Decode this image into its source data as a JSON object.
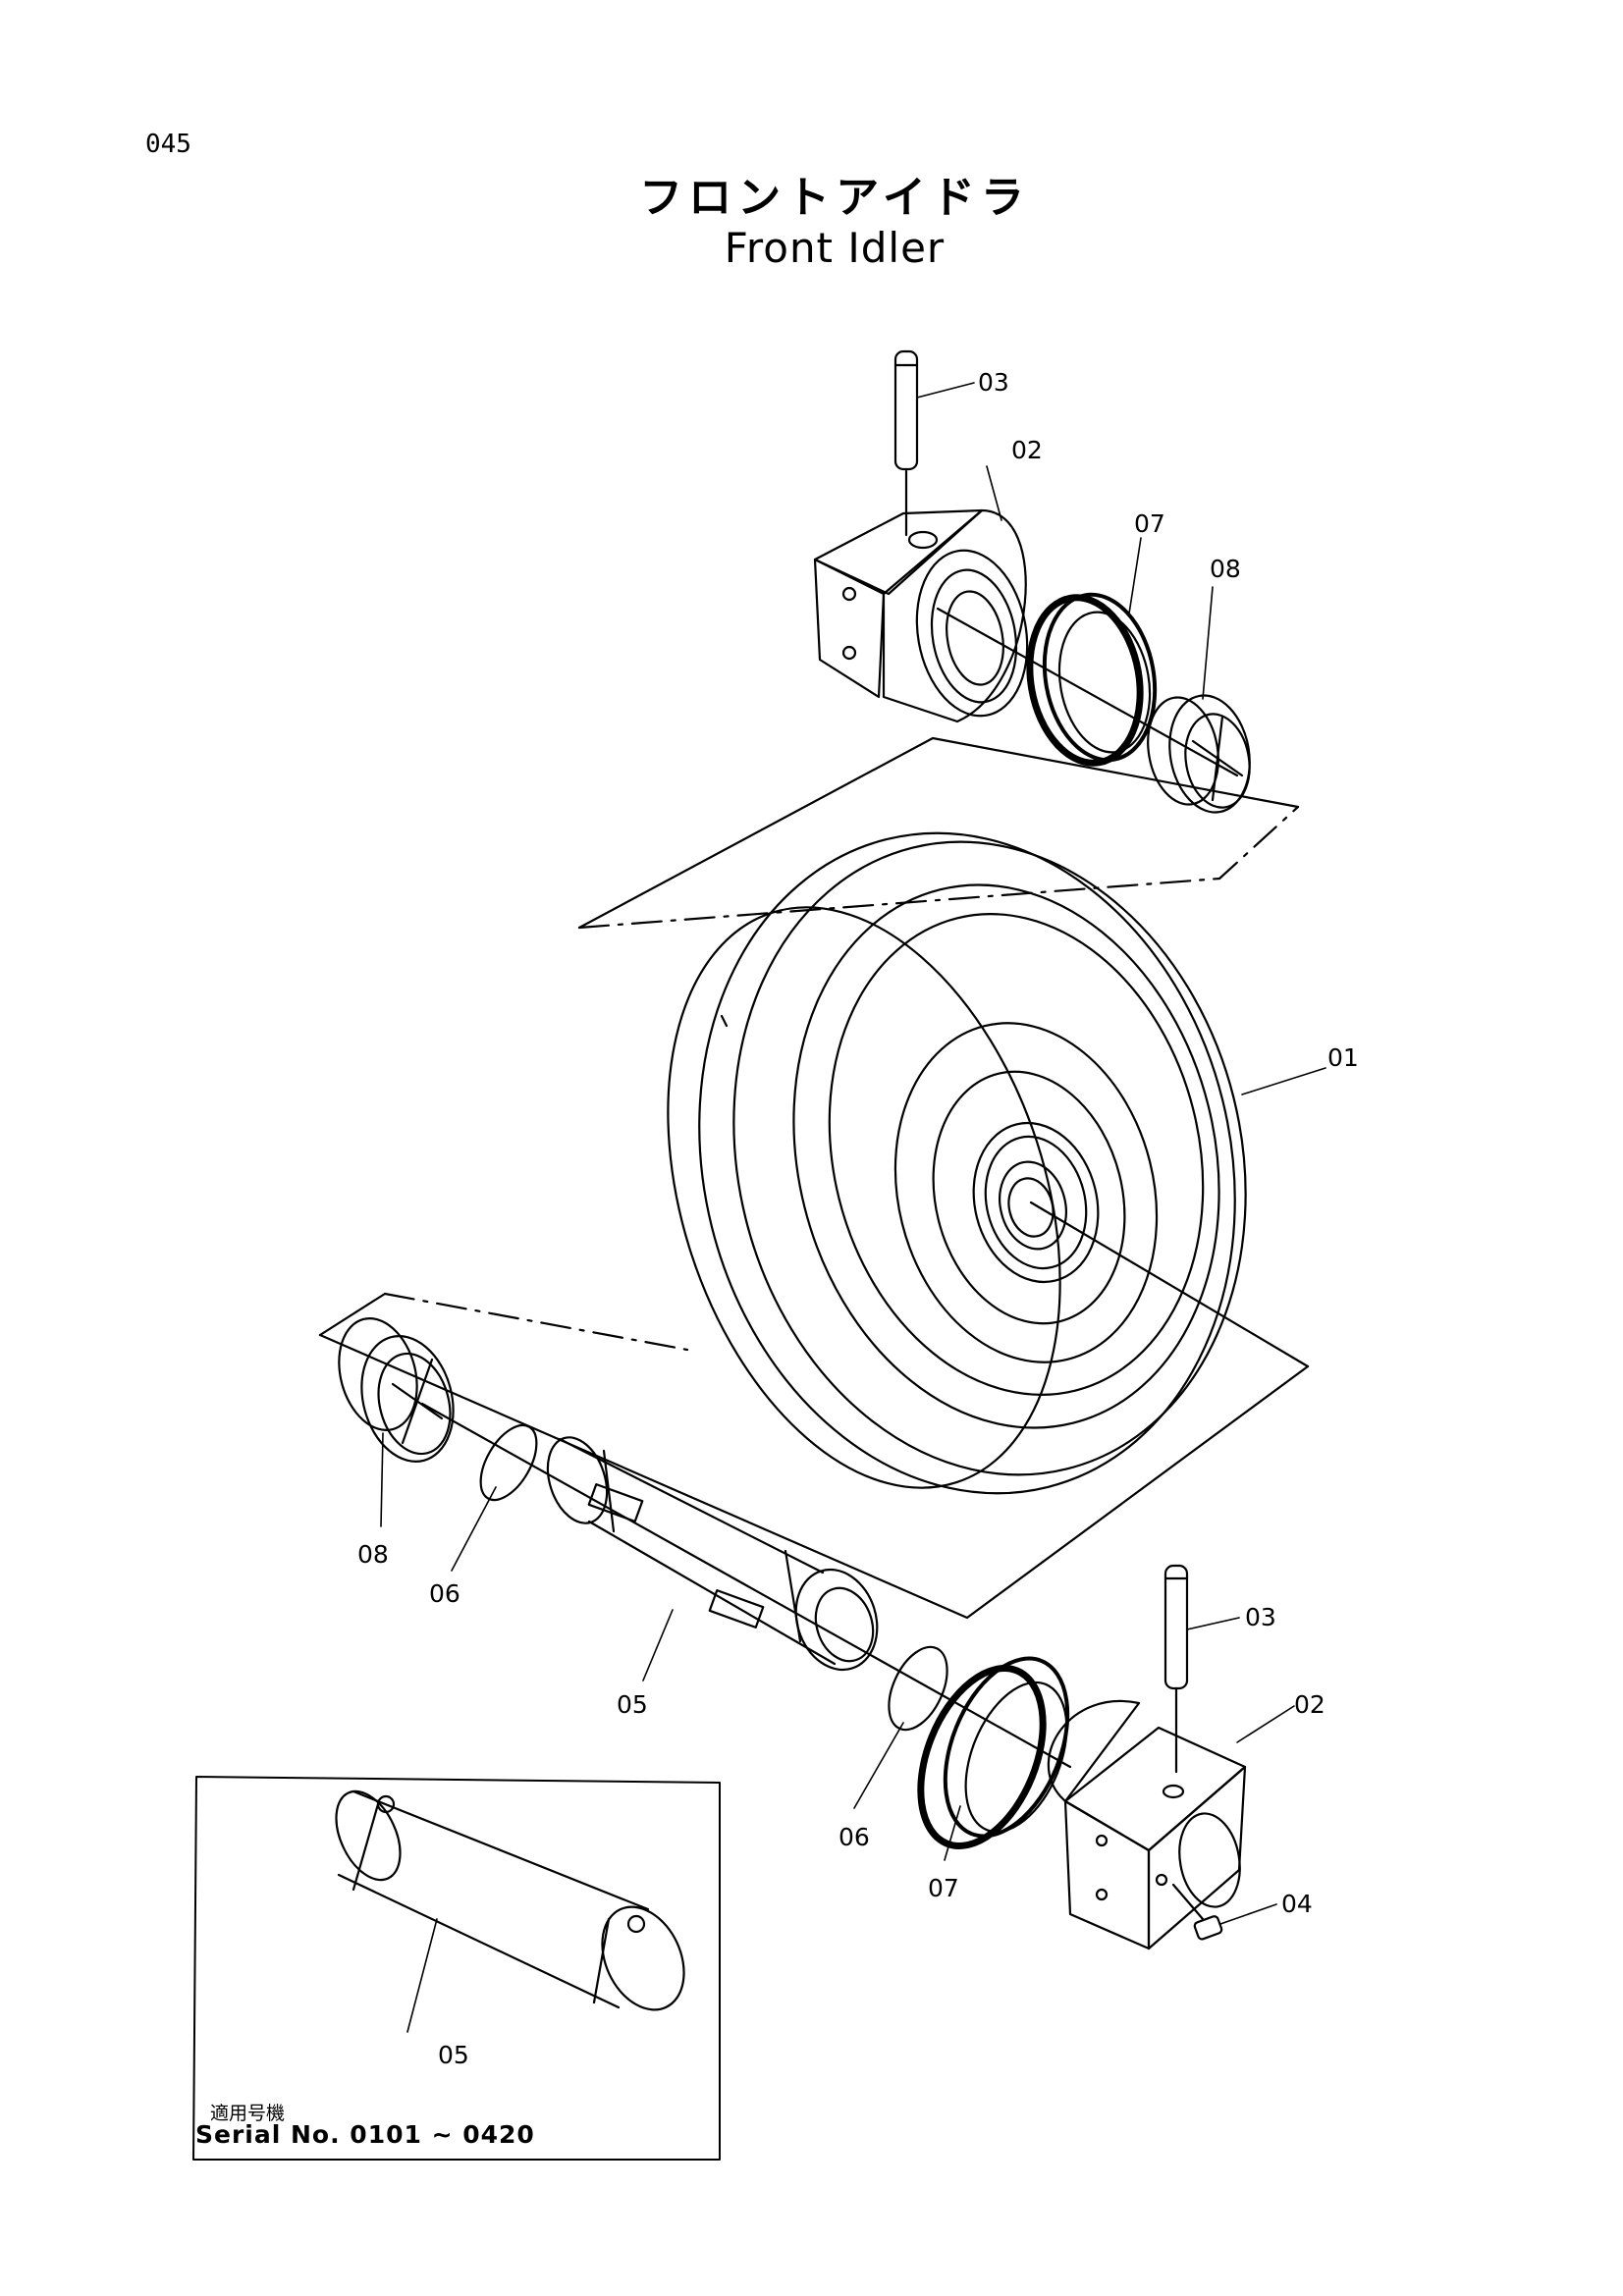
{
  "page": {
    "number": "045"
  },
  "title": {
    "japanese": "フロントアイドラ",
    "english": "Front Idler"
  },
  "callouts": {
    "c01": "01",
    "c02_top": "02",
    "c03_top": "03",
    "c07_top": "07",
    "c08_top": "08",
    "c08_left": "08",
    "c06_left": "06",
    "c05_main": "05",
    "c06_right": "06",
    "c07_bottom": "07",
    "c03_right": "03",
    "c02_right": "02",
    "c04": "04",
    "c05_inset": "05"
  },
  "inset": {
    "applicable_label": "適用号機",
    "serial": "Serial No. 0101 ~ 0420"
  }
}
